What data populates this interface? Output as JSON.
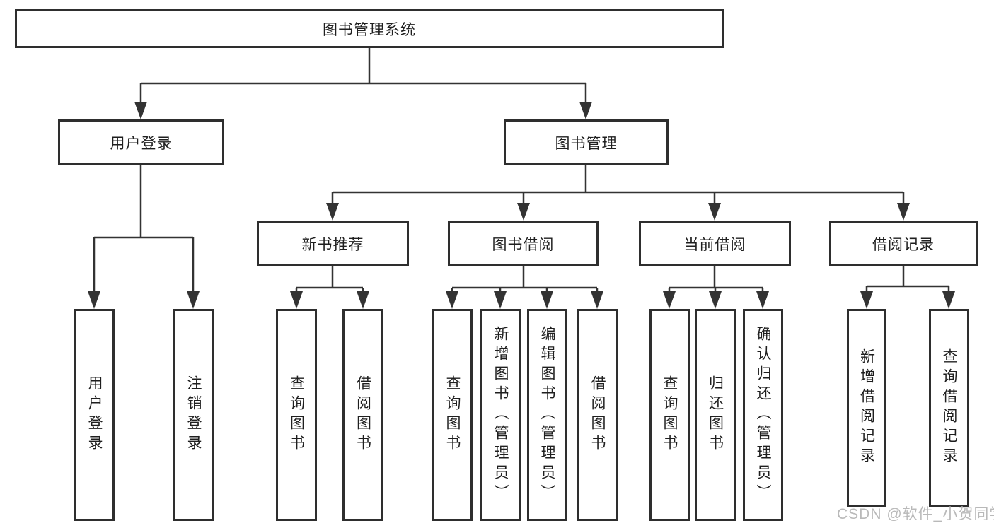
{
  "diagram": {
    "title": "图书管理系统",
    "root": "图书管理系统",
    "level2": [
      "用户登录",
      "图书管理"
    ],
    "level3": [
      "新书推荐",
      "图书借阅",
      "当前借阅",
      "借阅记录"
    ],
    "leaves": [
      [
        "用户登录",
        "注销登录"
      ],
      [
        "查询图书",
        "借阅图书"
      ],
      [
        "查询图书",
        "新增图书（管理员）",
        "编辑图书（管理员）",
        "借阅图书"
      ],
      [
        "查询图书",
        "归还图书",
        "确认归还（管理员）"
      ],
      [
        "新增借阅记录",
        "查询借阅记录"
      ]
    ]
  },
  "watermark": "CSDN @软件_小贺同学",
  "colors": {
    "line": "#333333",
    "box_border": "#2e2e2e",
    "text": "#1f1f1f",
    "watermark": "#b9b9b9",
    "background": "#ffffff"
  }
}
